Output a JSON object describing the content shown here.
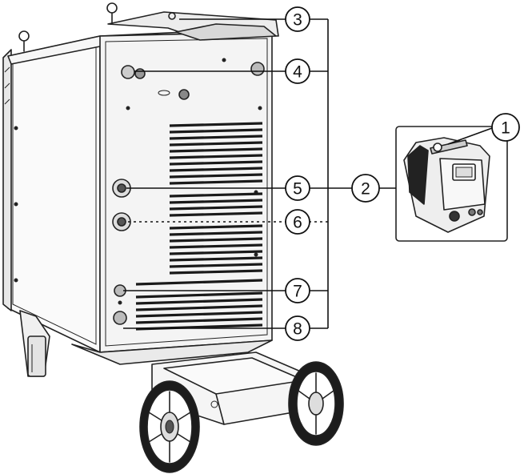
{
  "callouts": [
    {
      "id": "callout-1",
      "label": "1"
    },
    {
      "id": "callout-2",
      "label": "2"
    },
    {
      "id": "callout-3",
      "label": "3"
    },
    {
      "id": "callout-4",
      "label": "4"
    },
    {
      "id": "callout-5",
      "label": "5"
    },
    {
      "id": "callout-6",
      "label": "6"
    },
    {
      "id": "callout-7",
      "label": "7"
    },
    {
      "id": "callout-8",
      "label": "8"
    }
  ],
  "colors": {
    "line": "#222222",
    "background": "#ffffff",
    "grille": "#1a1a1a",
    "panel_fill": "#f4f4f4"
  }
}
